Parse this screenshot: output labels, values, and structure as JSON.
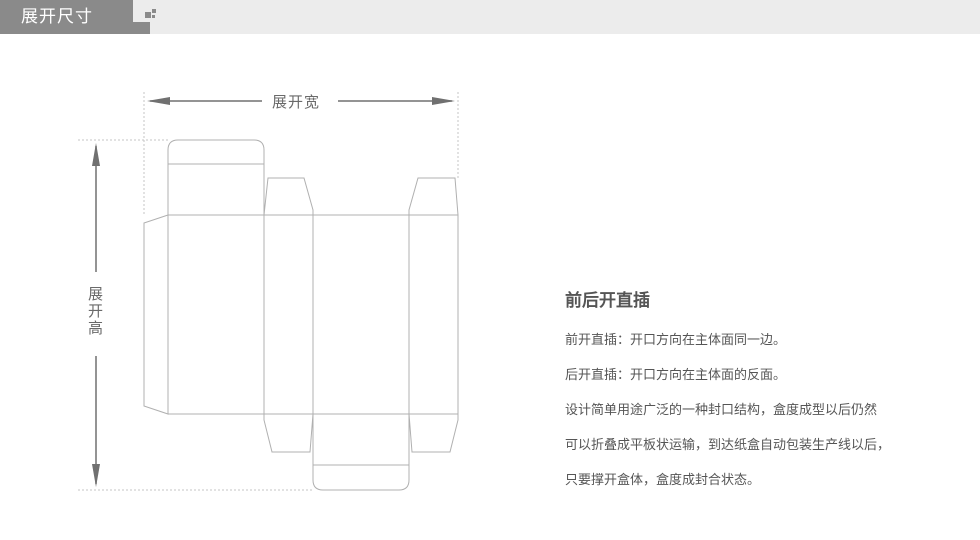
{
  "header": {
    "title": "展开尺寸"
  },
  "diagram": {
    "width_label": "展开宽",
    "height_label": "展开高"
  },
  "description": {
    "title": "前后开直插",
    "lines": [
      "前开直插：开口方向在主体面同一边。",
      "后开直插：开口方向在主体面的反面。",
      "设计简单用途广泛的一种封口结构，盒度成型以后仍然",
      "可以折叠成平板状运输，到达纸盒自动包装生产线以后，",
      "只要撑开盒体，盒度成封合状态。"
    ]
  },
  "colors": {
    "header_tab": "#8a8a8a",
    "header_bar": "#ececec",
    "outline": "#b0b0b0",
    "arrow": "#707070"
  }
}
